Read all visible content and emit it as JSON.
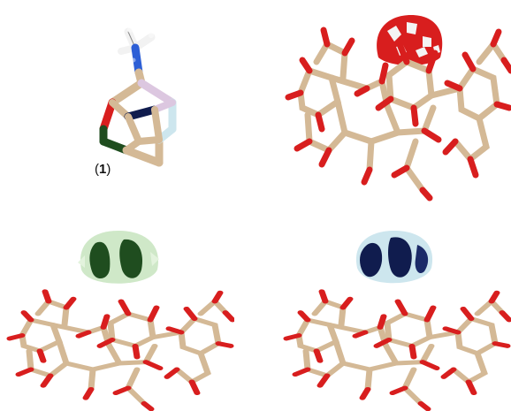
{
  "molecule_label": {
    "open": "(",
    "number": "1",
    "close": ")"
  },
  "colors": {
    "tan": "#d4b996",
    "tan_dark": "#b89a74",
    "oxygen": "#d81e1e",
    "nitrogen": "#2d5fd6",
    "hydrogen": "#f2f2f2",
    "navy": "#101c4e",
    "dark_green": "#1f4d1f",
    "light_green": "#cfe8c8",
    "light_blue": "#cde6ee",
    "lilac": "#dcc7e0"
  },
  "panels": [
    {
      "name": "guest-molecule-1"
    },
    {
      "name": "cyclodextrin-red-density"
    },
    {
      "name": "cyclodextrin-green-density"
    },
    {
      "name": "cyclodextrin-navy-density"
    }
  ]
}
